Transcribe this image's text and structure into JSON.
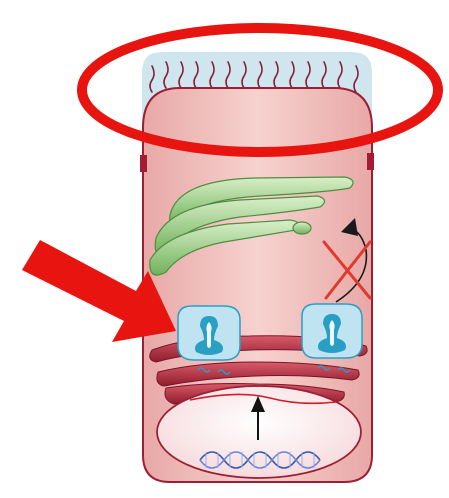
{
  "figure": {
    "description_free": true,
    "colors": {
      "annotation_red": "#e8140f",
      "cell_fill": "#f0c1bd",
      "cell_outline": "#9c1f36",
      "cap_fill": "#cfe6ee",
      "er_fill": "#b42a3c",
      "golgi_fill": "#9fcf88",
      "ribosome_fill": "#bfe3f0",
      "ribosome_stroke": "#2a9fc4",
      "nucleus_fill": "#fbecee",
      "dna_color": "#3a58b0",
      "cross_color": "#e03a2e"
    },
    "icons": [
      "cell-wall",
      "cilia",
      "golgi-apparatus",
      "rough-er",
      "ribosome",
      "nucleus",
      "dna-helix",
      "mrna-strand",
      "cross-mark",
      "transport-arrow",
      "annotation-ellipse",
      "annotation-arrow"
    ]
  }
}
